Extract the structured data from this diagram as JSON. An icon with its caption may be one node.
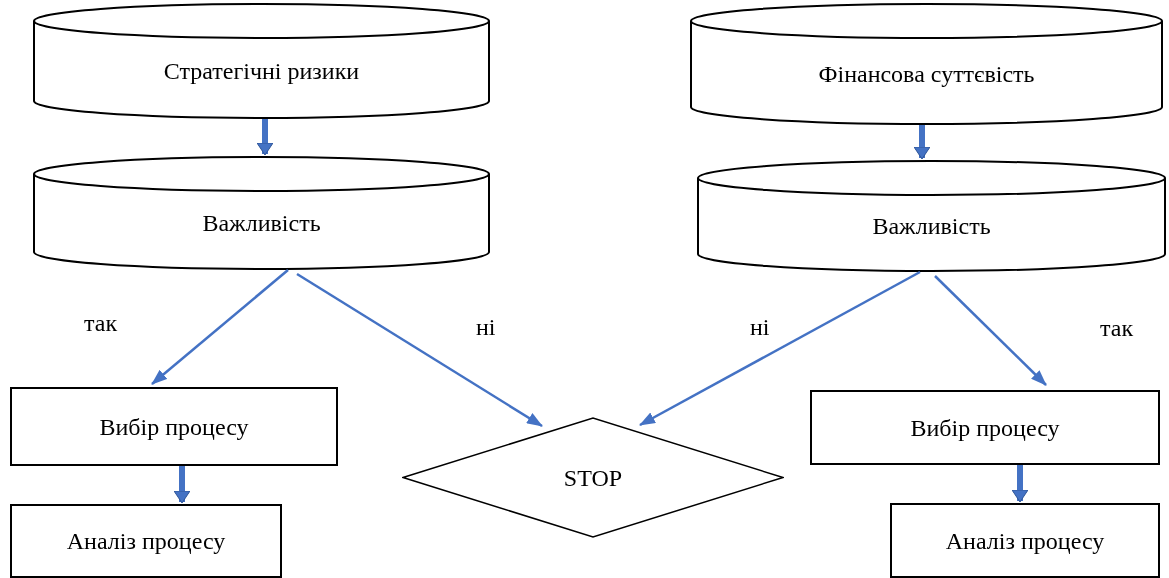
{
  "diagram": {
    "nodes": [
      {
        "text": [
          "Стратегічні ризики"
        ]
      },
      {
        "text": [
          "Фінансова суттєвість"
        ]
      },
      {
        "text": [
          "Важливість"
        ]
      },
      {
        "text": [
          "Важливість"
        ]
      },
      {
        "text": [
          "Вибір процесу"
        ]
      },
      {
        "text": [
          "STOP"
        ]
      },
      {
        "text": [
          "Вибір процесу"
        ]
      },
      {
        "text": [
          "Аналіз процесу"
        ]
      },
      {
        "text": [
          "Аналіз процесу"
        ]
      }
    ],
    "edges": [
      {
        "from": 0,
        "to": 2,
        "arrow": "to",
        "style": "thick"
      },
      {
        "from": 1,
        "to": 3,
        "arrow": "to",
        "style": "thick"
      },
      {
        "from": 2,
        "to": 4,
        "arrow": "to",
        "label": "так"
      },
      {
        "from": 2,
        "to": 5,
        "arrow": "to",
        "label": "ні"
      },
      {
        "from": 3,
        "to": 5,
        "arrow": "to",
        "label": "ні"
      },
      {
        "from": 3,
        "to": 6,
        "arrow": "to",
        "label": "так"
      },
      {
        "from": 4,
        "to": 7,
        "arrow": "to",
        "style": "thick"
      },
      {
        "from": 6,
        "to": 8,
        "arrow": "to",
        "style": "thick"
      }
    ]
  }
}
